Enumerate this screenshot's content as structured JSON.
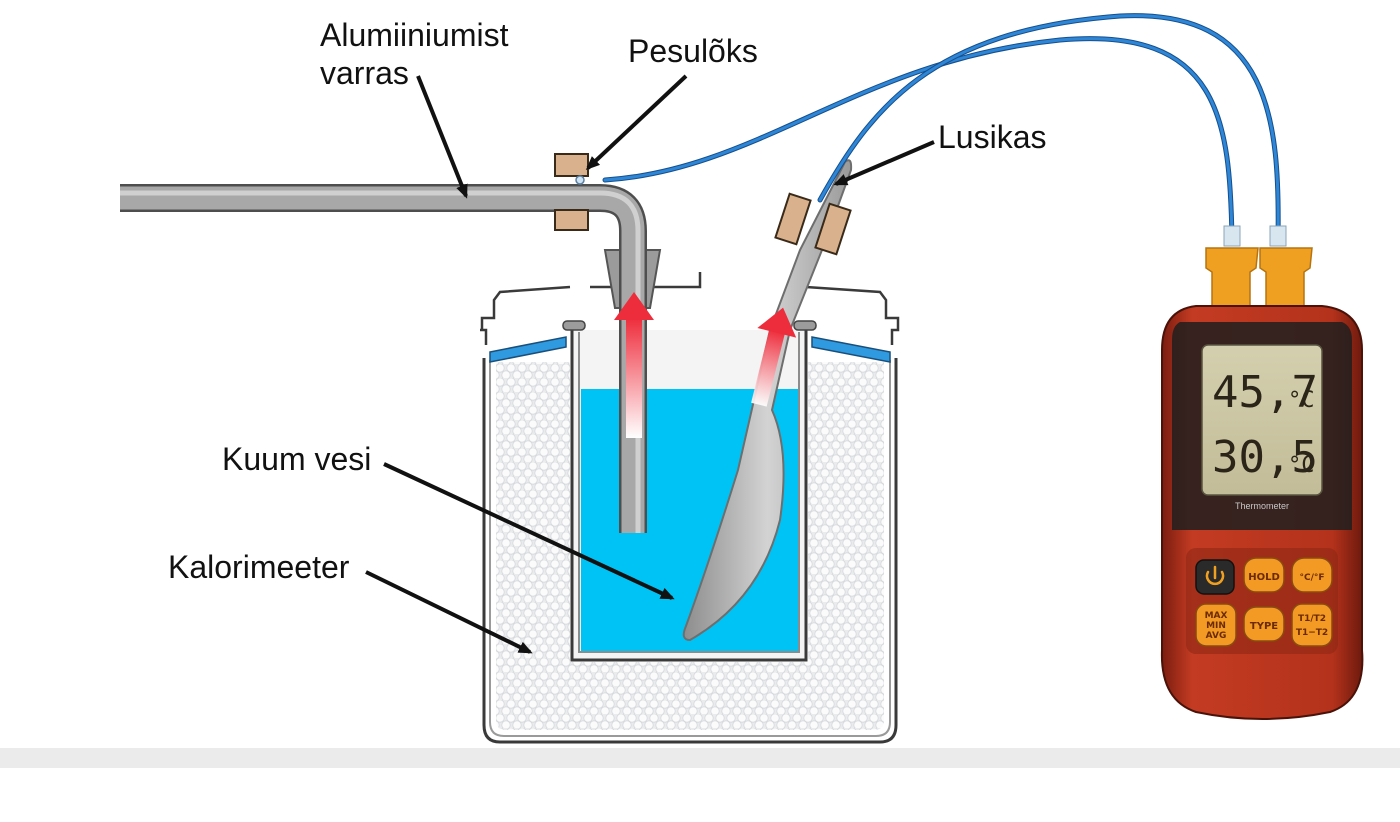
{
  "labels": {
    "rod_line1": "Alumiiniumist",
    "rod_line2": "varras",
    "clamp": "Pesulõks",
    "spoon": "Lusikas",
    "water": "Kuum vesi",
    "calorimeter": "Kalorimeeter"
  },
  "thermometer": {
    "reading1": "45,7",
    "reading2": "30,5",
    "unit": "°C",
    "brand": "Thermometer",
    "buttons": {
      "hold": "HOLD",
      "unit_toggle": "°C/°F",
      "max": "MAX",
      "min": "MIN",
      "avg": "AVG",
      "type": "TYPE",
      "t1t2_line1": "T1/T2",
      "t1t2_line2": "T1−T2"
    }
  },
  "colors": {
    "water": "#00c3f5",
    "heat_arrow": "#ef2a3a",
    "cable": "#1f6fc2",
    "thermometer_body": "#b8321c",
    "connector": "#f0a020"
  }
}
